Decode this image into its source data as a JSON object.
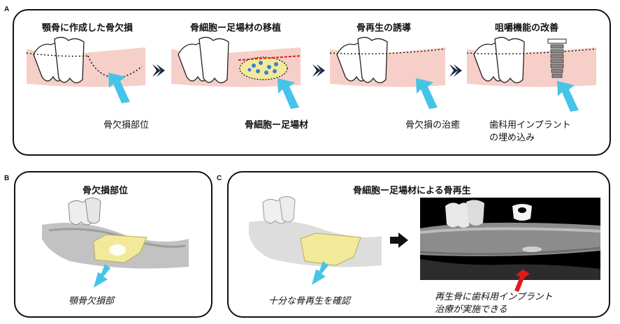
{
  "panel_a": {
    "label": "A",
    "steps": [
      {
        "title": "顎骨に作成した骨欠損",
        "caption": "骨欠損部位"
      },
      {
        "title": "骨細胞ー足場材の移植",
        "caption": "骨細胞ー足場材"
      },
      {
        "title": "骨再生の誘導",
        "caption": "骨欠損の治癒"
      },
      {
        "title": "咀嚼機能の改善",
        "caption_line1": "歯科用インプラント",
        "caption_line2": "の埋め込み"
      }
    ]
  },
  "panel_b": {
    "label": "B",
    "title": "骨欠損部位",
    "caption": "顎骨欠損部"
  },
  "panel_c": {
    "label": "C",
    "title": "骨細胞ー足場材による骨再生",
    "caption_left": "十分な骨再生を確認",
    "caption_right_line1": "再生骨に歯科用インプラント",
    "caption_right_line2": "治療が実施できる"
  },
  "colors": {
    "gum": "#f6cfc8",
    "arrow_cyan": "#46c4e8",
    "arrow_red": "#e01a1a",
    "scaffold": "#f2ea9a",
    "chevron": "#1c2a44"
  }
}
